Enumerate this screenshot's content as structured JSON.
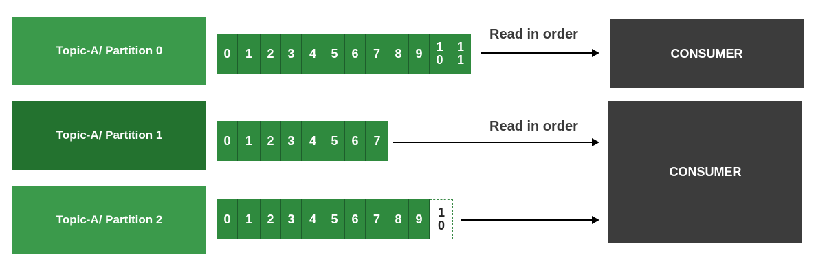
{
  "colors": {
    "partition_0": "#3b9a4b",
    "partition_1": "#23722f",
    "partition_2": "#3b9a4b",
    "offset_cell": "#2f8a3e",
    "consumer": "#3c3c3c",
    "arrow": "#000000"
  },
  "partitions": [
    {
      "label": "Topic-A/ Partition 0",
      "offsets": [
        "0",
        "1",
        "2",
        "3",
        "4",
        "5",
        "6",
        "7",
        "8",
        "9"
      ],
      "extra_offsets": [
        [
          "1",
          "0"
        ],
        [
          "1",
          "1"
        ]
      ],
      "pending": null,
      "arrow_label": "Read in order"
    },
    {
      "label": "Topic-A/ Partition 1",
      "offsets": [
        "0",
        "1",
        "2",
        "3",
        "4",
        "5",
        "6",
        "7"
      ],
      "extra_offsets": [],
      "pending": null,
      "arrow_label": "Read in order"
    },
    {
      "label": "Topic-A/ Partition 2",
      "offsets": [
        "0",
        "1",
        "2",
        "3",
        "4",
        "5",
        "6",
        "7",
        "8",
        "9"
      ],
      "extra_offsets": [],
      "pending": [
        "1",
        "0"
      ],
      "arrow_label": ""
    }
  ],
  "consumers": [
    {
      "label": "CONSUMER"
    },
    {
      "label": "CONSUMER"
    }
  ]
}
